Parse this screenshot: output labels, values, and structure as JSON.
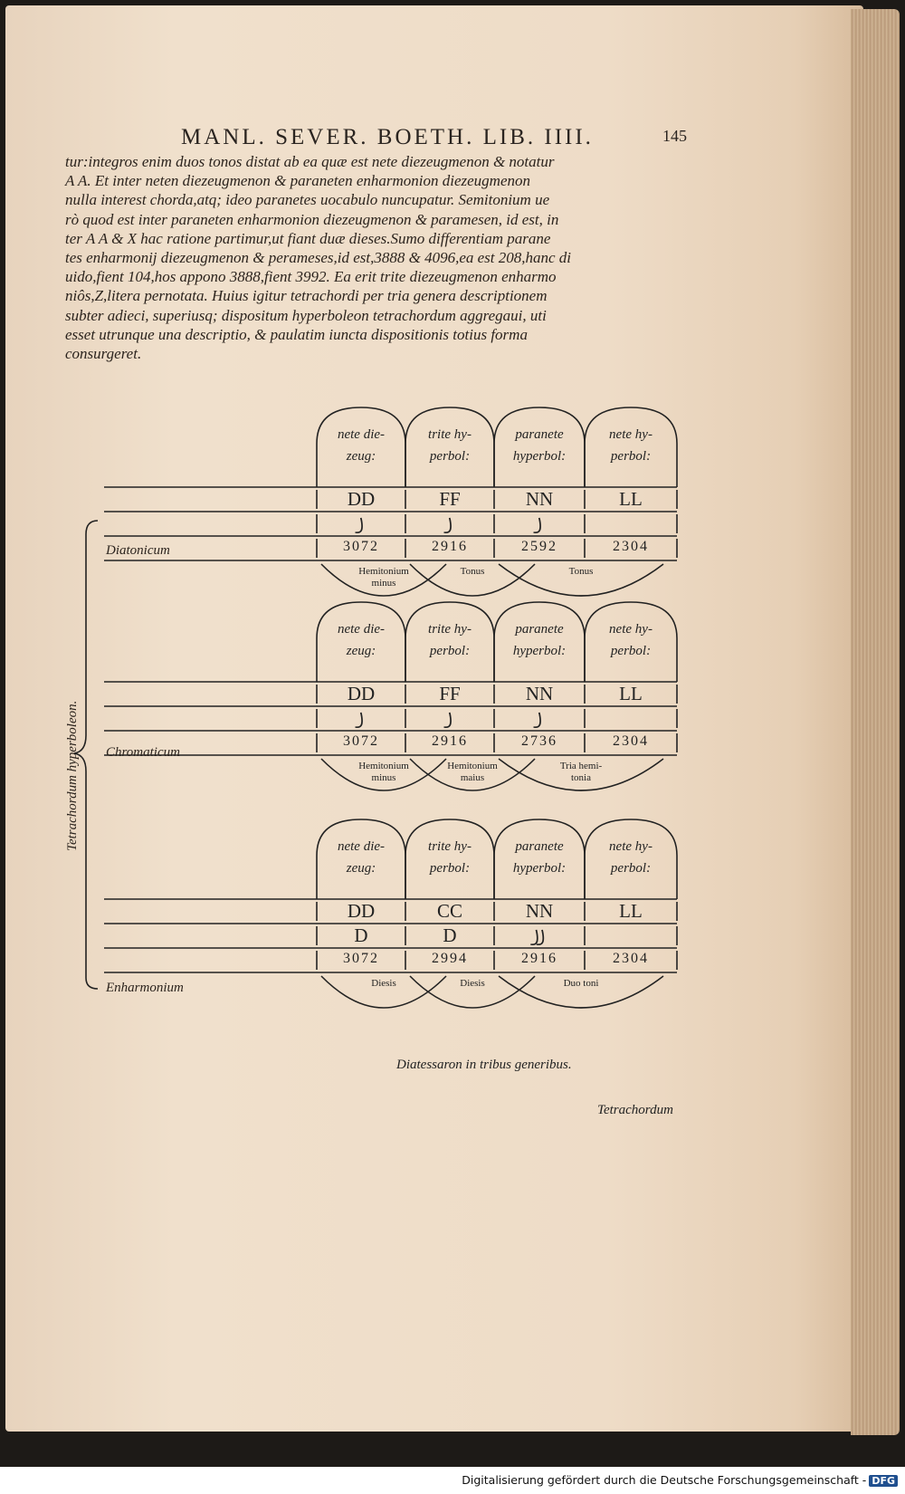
{
  "running_head": "MANL. SEVER. BOETH. LIB. IIII.",
  "folio": "145",
  "body_lines": [
    "tur:integros enim duos tonos distat ab ea quæ est nete diezeugmenon & notatur",
    "A A. Et inter neten diezeugmenon & paraneten enharmonion diezeugmenon",
    "nulla interest chorda,atq; ideo paranetes uocabulo nuncupatur. Semitonium ue",
    "rò quod est inter paraneten enharmonion diezeugmenon & paramesen, id est, in",
    "ter A A & X hac ratione partimur,ut fiant duæ dieses.Sumo differentiam parane",
    "tes enharmonij diezeugmenon & perameses,id est,3888 & 4096,ea est 208,hanc di",
    "uido,fient 104,hos appono 3888,fient 3992. Ea erit trite diezeugmenon enharmo",
    "niôs,Z,litera pernotata. Huius igitur tetrachordi per tria genera descriptionem",
    "subter adieci, superiusq; dispositum hyperboleon tetrachordum aggregaui, uti",
    "esset utrunque una descriptio, & paulatim iuncta dispositionis totius forma",
    "consurgeret."
  ],
  "side_label": "Tetrachordum hyperboleon.",
  "diagrams": [
    {
      "genus": "Diatonicum",
      "arches": [
        [
          "nete die-",
          "zeug:"
        ],
        [
          "trite hy-",
          "perbol:"
        ],
        [
          "paranete",
          "hyperbol:"
        ],
        [
          "nete hy-",
          "perbol:"
        ]
      ],
      "letters": [
        "DD",
        "FF",
        "NN",
        "LL"
      ],
      "marks": [
        "꠸",
        "꠸",
        "꠸",
        ""
      ],
      "numbers": [
        "3072",
        "2916",
        "2592",
        "2304"
      ],
      "intervals": [
        [
          "Hemitonium",
          "minus"
        ],
        [
          "Tonus"
        ],
        [
          "Tonus"
        ]
      ]
    },
    {
      "genus": "Chromaticum",
      "arches": [
        [
          "nete die-",
          "zeug:"
        ],
        [
          "trite hy-",
          "perbol:"
        ],
        [
          "paranete",
          "hyperbol:"
        ],
        [
          "nete hy-",
          "perbol:"
        ]
      ],
      "letters": [
        "DD",
        "FF",
        "NN",
        "LL"
      ],
      "marks": [
        "꠸",
        "꠸",
        "꠸",
        ""
      ],
      "numbers": [
        "3072",
        "2916",
        "2736",
        "2304"
      ],
      "intervals": [
        [
          "Hemitonium",
          "minus"
        ],
        [
          "Hemitonium",
          "maius"
        ],
        [
          "Tria hemi-",
          "tonia"
        ]
      ]
    },
    {
      "genus": "Enharmonium",
      "arches": [
        [
          "nete die-",
          "zeug:"
        ],
        [
          "trite hy-",
          "perbol:"
        ],
        [
          "paranete",
          "hyperbol:"
        ],
        [
          "nete hy-",
          "perbol:"
        ]
      ],
      "letters": [
        "DD",
        "CC",
        "NN",
        "LL"
      ],
      "marks": [
        "D",
        "D",
        "꠸꠸",
        ""
      ],
      "numbers": [
        "3072",
        "2994",
        "2916",
        "2304"
      ],
      "intervals": [
        [
          "Diesis"
        ],
        [
          "Diesis"
        ],
        [
          "Duo toni"
        ]
      ]
    }
  ],
  "caption": "Diatessaron in tribus generibus.",
  "catchword": "Tetrachordum",
  "credit": {
    "text": "Digitalisierung gefördert durch die Deutsche Forschungsgemeinschaft -",
    "badge": "DFG"
  }
}
